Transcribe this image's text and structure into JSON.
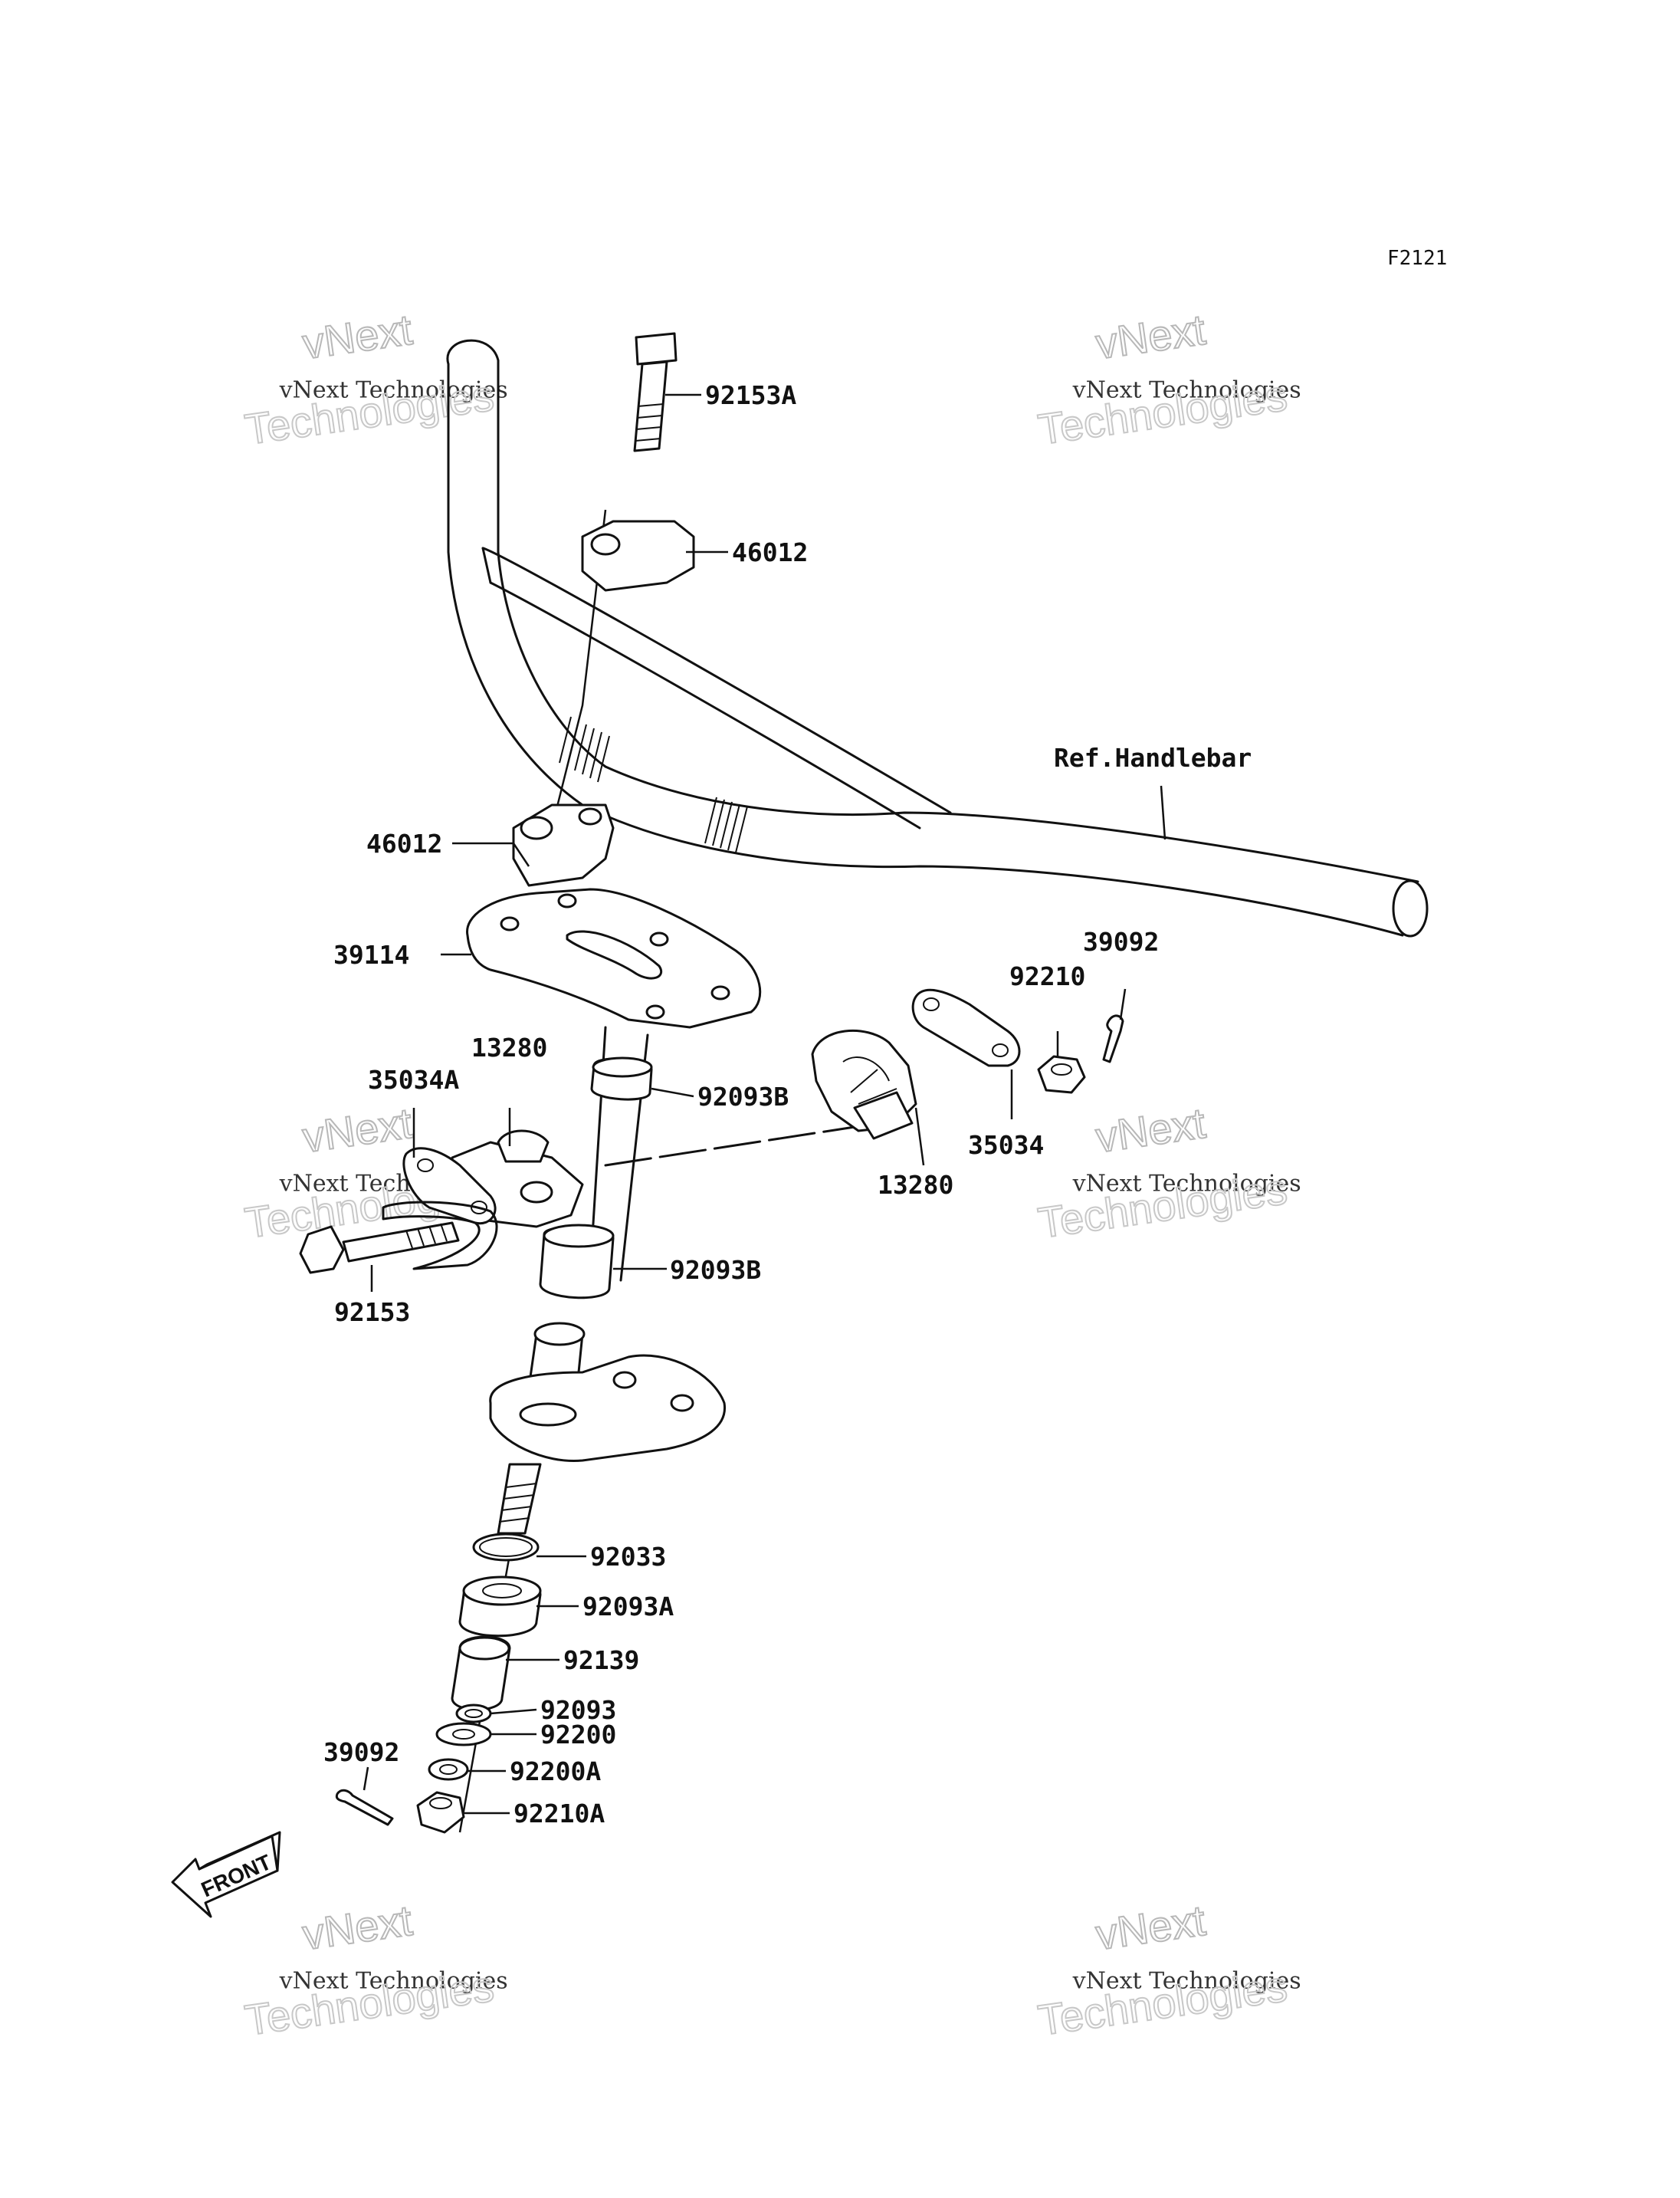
{
  "figure_code": "F2121",
  "reference_label": "Ref.Handlebar",
  "front_marker": "FRONT",
  "watermark": {
    "line1": "vNext",
    "line2": "vNext Technologies",
    "line3": "Technologies"
  },
  "callouts": [
    {
      "id": "c1",
      "part": "92153A"
    },
    {
      "id": "c2",
      "part": "46012"
    },
    {
      "id": "c3",
      "part": "46012"
    },
    {
      "id": "c4",
      "part": "39114"
    },
    {
      "id": "c5",
      "part": "39092"
    },
    {
      "id": "c6",
      "part": "92210"
    },
    {
      "id": "c7",
      "part": "13280"
    },
    {
      "id": "c8",
      "part": "35034A"
    },
    {
      "id": "c9",
      "part": "92093B"
    },
    {
      "id": "c10",
      "part": "35034"
    },
    {
      "id": "c11",
      "part": "13280"
    },
    {
      "id": "c12",
      "part": "92093B"
    },
    {
      "id": "c13",
      "part": "92153"
    },
    {
      "id": "c14",
      "part": "92033"
    },
    {
      "id": "c15",
      "part": "92093A"
    },
    {
      "id": "c16",
      "part": "92139"
    },
    {
      "id": "c17",
      "part": "92093"
    },
    {
      "id": "c18",
      "part": "92200"
    },
    {
      "id": "c19",
      "part": "39092"
    },
    {
      "id": "c20",
      "part": "92200A"
    },
    {
      "id": "c21",
      "part": "92210A"
    }
  ]
}
